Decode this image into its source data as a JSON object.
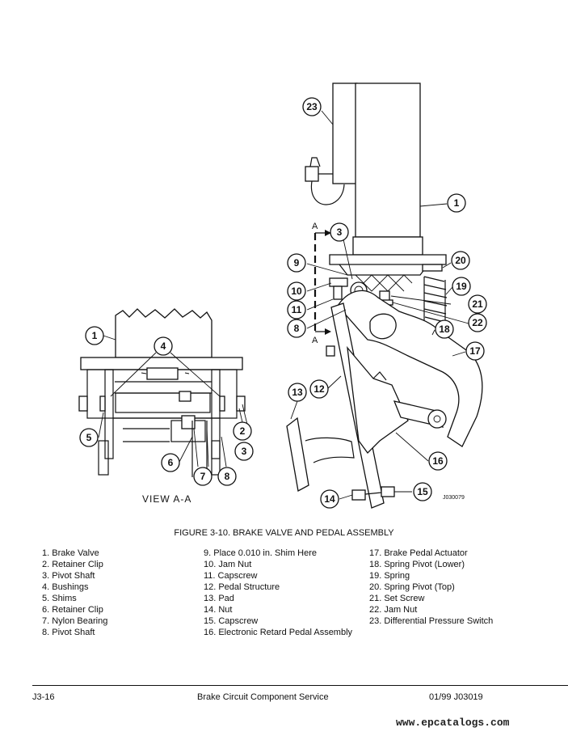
{
  "figure": {
    "title": "FIGURE 3-10. BRAKE VALVE AND PEDAL ASSEMBLY",
    "view_label": "VIEW  A-A",
    "section_marker": "A",
    "drawing_id": "J030079"
  },
  "callouts": [
    "1",
    "2",
    "3",
    "4",
    "5",
    "6",
    "7",
    "8",
    "9",
    "10",
    "11",
    "12",
    "13",
    "14",
    "15",
    "16",
    "17",
    "18",
    "19",
    "20",
    "21",
    "22",
    "23"
  ],
  "legend": {
    "col1": [
      "1. Brake Valve",
      "2. Retainer Clip",
      "3. Pivot Shaft",
      "4. Bushings",
      "5. Shims",
      "6. Retainer Clip",
      "7. Nylon Bearing",
      "8. Pivot Shaft"
    ],
    "col2": [
      "9. Place 0.010 in. Shim Here",
      "10. Jam Nut",
      "11. Capscrew",
      "12. Pedal Structure",
      "13. Pad",
      "14. Nut",
      "15. Capscrew",
      "16. Electronic Retard Pedal Assembly"
    ],
    "col3": [
      "17. Brake Pedal Actuator",
      "18. Spring Pivot (Lower)",
      "19. Spring",
      "20. Spring Pivot (Top)",
      "21. Set Screw",
      "22. Jam Nut",
      "23. Differential Pressure Switch"
    ]
  },
  "footer": {
    "page": "J3-16",
    "section": "Brake Circuit Component Service",
    "revision": "01/99   J03019"
  },
  "watermark": "www.epcatalogs.com"
}
